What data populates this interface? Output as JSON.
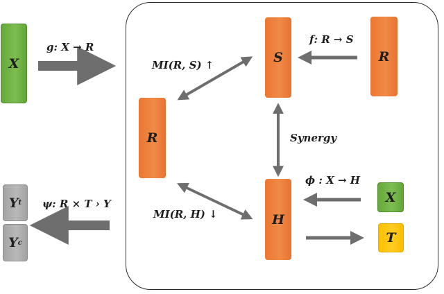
{
  "nodes": {
    "x_input": "X",
    "r_left": "R",
    "s": "S",
    "r_right": "R",
    "h": "H",
    "x_small": "X",
    "t": "T",
    "y_t_base": "Y",
    "y_t_sub": "t",
    "y_c_base": "Y",
    "y_c_sub": "c"
  },
  "labels": {
    "g_map": "g: X → R",
    "f_map": "f: R → S",
    "mi_rs": "MI(R, S) ↑",
    "mi_rh": "MI(R, H) ↓",
    "synergy": "Synergy",
    "phi_map": "ϕ : X → H",
    "psi_map": "ψ: R × T   › Y"
  },
  "colors": {
    "orange": "#ee7e3a",
    "green": "#72b346",
    "gray": "#aeaeae",
    "yellow": "#ffc50d",
    "arrow": "#6e6e6e"
  }
}
